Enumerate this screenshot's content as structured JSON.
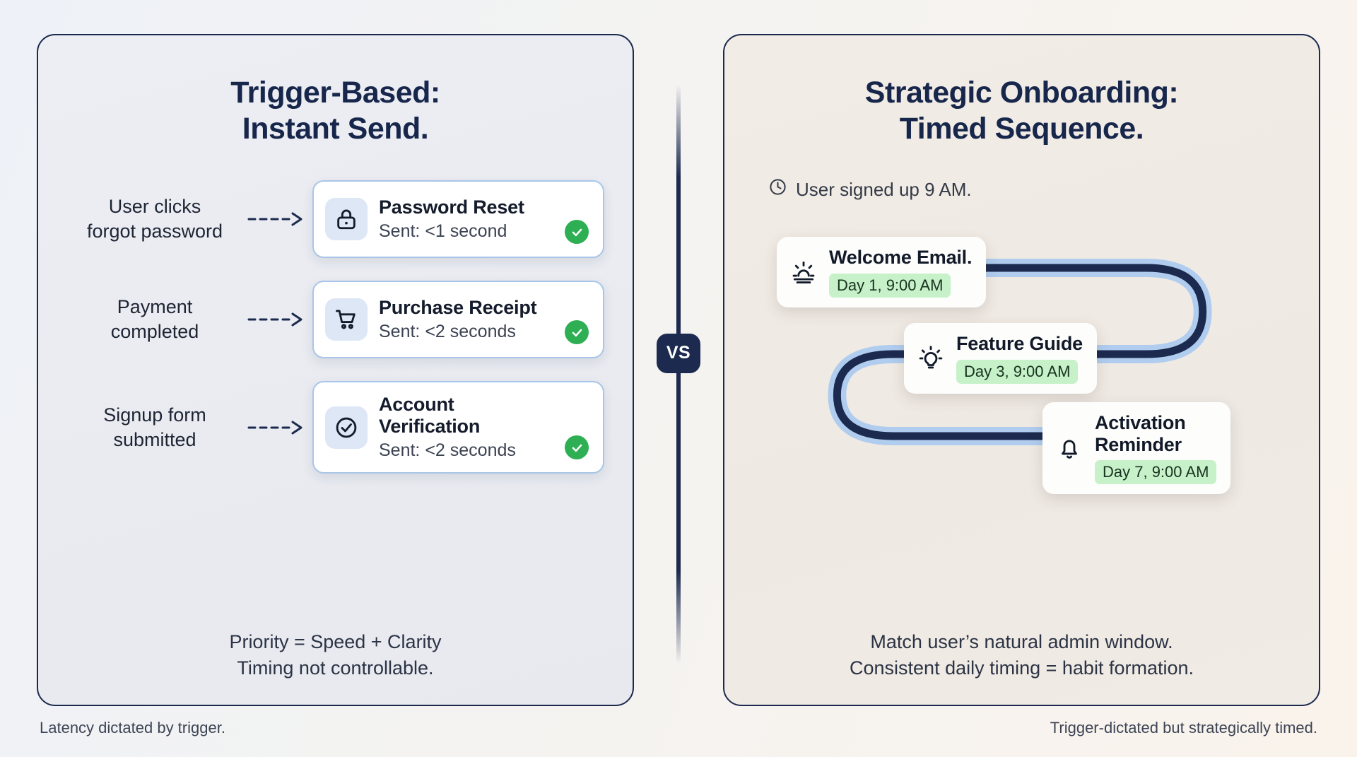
{
  "divider": {
    "badge_label": "VS"
  },
  "left_panel": {
    "title": "Trigger-Based:\nInstant Send.",
    "rows": [
      {
        "trigger_label": "User clicks\nforgot password",
        "arrow_icon": "dashed-arrow-icon",
        "card_icon": "lock-icon",
        "card_title": "Password Reset",
        "card_status": "Sent: <1 second",
        "status_icon": "check-circle-icon"
      },
      {
        "trigger_label": "Payment\ncompleted",
        "arrow_icon": "dashed-arrow-icon",
        "card_icon": "shopping-cart-icon",
        "card_title": "Purchase Receipt",
        "card_status": "Sent: <2 seconds",
        "status_icon": "check-circle-icon"
      },
      {
        "trigger_label": "Signup form\nsubmitted",
        "arrow_icon": "dashed-arrow-icon",
        "card_icon": "check-circle-outline-icon",
        "card_title": "Account Verification",
        "card_status": "Sent: <2 seconds",
        "status_icon": "check-circle-icon"
      }
    ],
    "footnote": "Priority = Speed + Clarity\nTiming not controllable.",
    "caption": "Latency dictated by trigger."
  },
  "right_panel": {
    "title": "Strategic Onboarding:\nTimed Sequence.",
    "signup_note": "User signed up 9 AM.",
    "signup_icon": "clock-icon",
    "steps": [
      {
        "icon": "sunrise-icon",
        "title": "Welcome Email.",
        "badge": "Day 1, 9:00 AM"
      },
      {
        "icon": "lightbulb-icon",
        "title": "Feature Guide",
        "badge": "Day 3, 9:00 AM"
      },
      {
        "icon": "bell-icon",
        "title": "Activation\nReminder",
        "badge": "Day 7, 9:00 AM"
      }
    ],
    "footnote": "Match user’s natural admin window.\nConsistent daily timing = habit formation.",
    "caption": "Trigger-dictated but strategically timed."
  },
  "colors": {
    "navy": "#1b2a4e",
    "card_border_blue": "#a9c6e8",
    "icon_tile_blue": "#dde7f5",
    "green_check": "#2eaf53",
    "badge_green": "#c6f1c9",
    "path_light_blue": "#b0cdef",
    "left_bg": "#eceef3",
    "right_bg": "#f2ece6"
  }
}
